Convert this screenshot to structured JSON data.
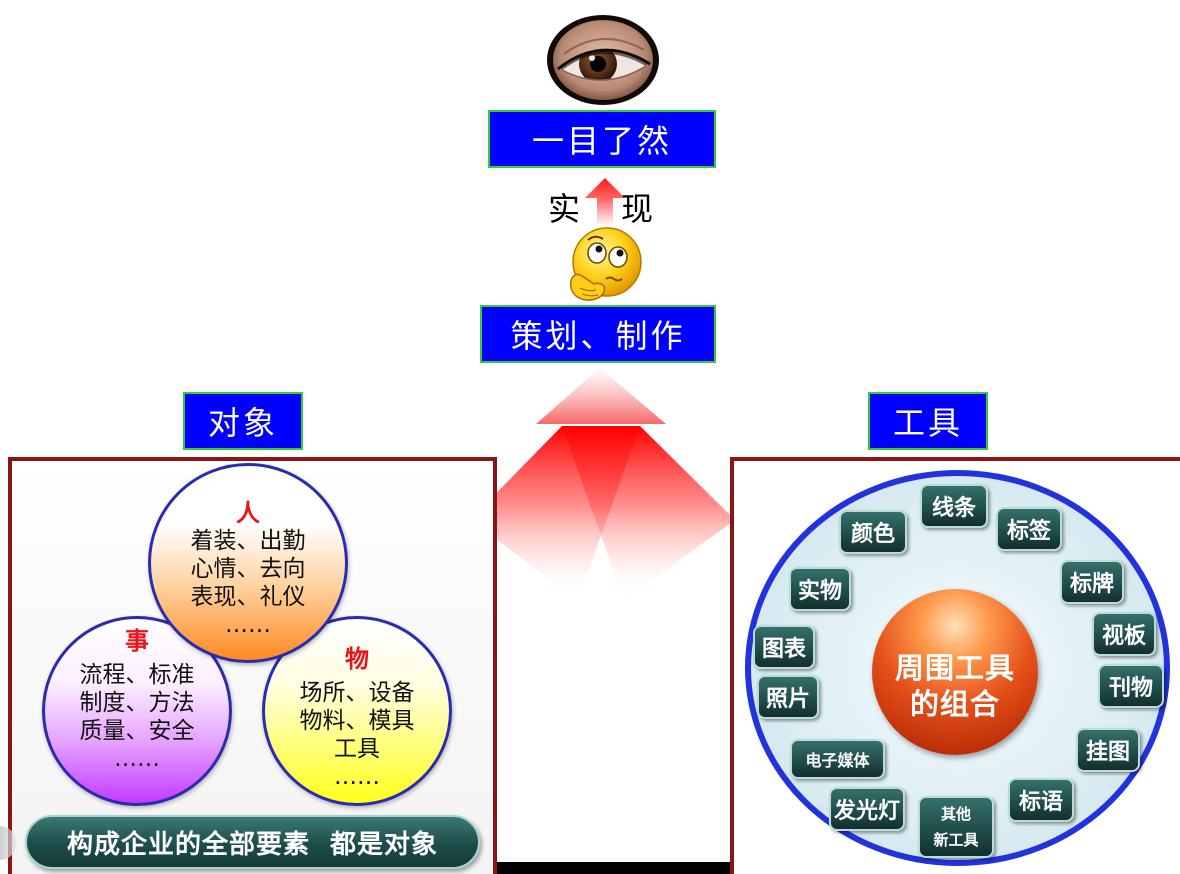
{
  "icons": {
    "top_image": "eye-icon",
    "thinking": "thinking-face-icon"
  },
  "colors": {
    "box_fill": "#0000ff",
    "box_border": "#33cc33",
    "panel_border": "#8b1414",
    "accent_red": "#e8141a",
    "tag_fill": "#1f4a48",
    "tool_ring": "#2233dd",
    "circle_border": "#2b2bb0"
  },
  "top_box": {
    "label": "一目了然"
  },
  "arrow_text": {
    "left": "实",
    "right": "现"
  },
  "middle_box": {
    "label": "策划、制作"
  },
  "objects": {
    "title": "对象",
    "circles": [
      {
        "title": "人",
        "lines": [
          "着装、出勤",
          "心情、去向",
          "表现、礼仪",
          "……"
        ]
      },
      {
        "title": "事",
        "lines": [
          "流程、标准",
          "制度、方法",
          "质量、安全",
          "……"
        ]
      },
      {
        "title": "物",
        "lines": [
          "场所、设备",
          "物料、模具",
          "工具",
          "……"
        ]
      }
    ],
    "banner": "构成企业的全部要素  都是对象"
  },
  "tools": {
    "title": "工具",
    "center": [
      "周围工具",
      "的组合"
    ],
    "tags": [
      "线条",
      "标签",
      "标牌",
      "视板",
      "刊物",
      "挂图",
      "标语",
      "发光灯",
      "电子媒体",
      "照片",
      "图表",
      "实物",
      "颜色"
    ],
    "other_tag": [
      "其他",
      "新工具"
    ]
  }
}
